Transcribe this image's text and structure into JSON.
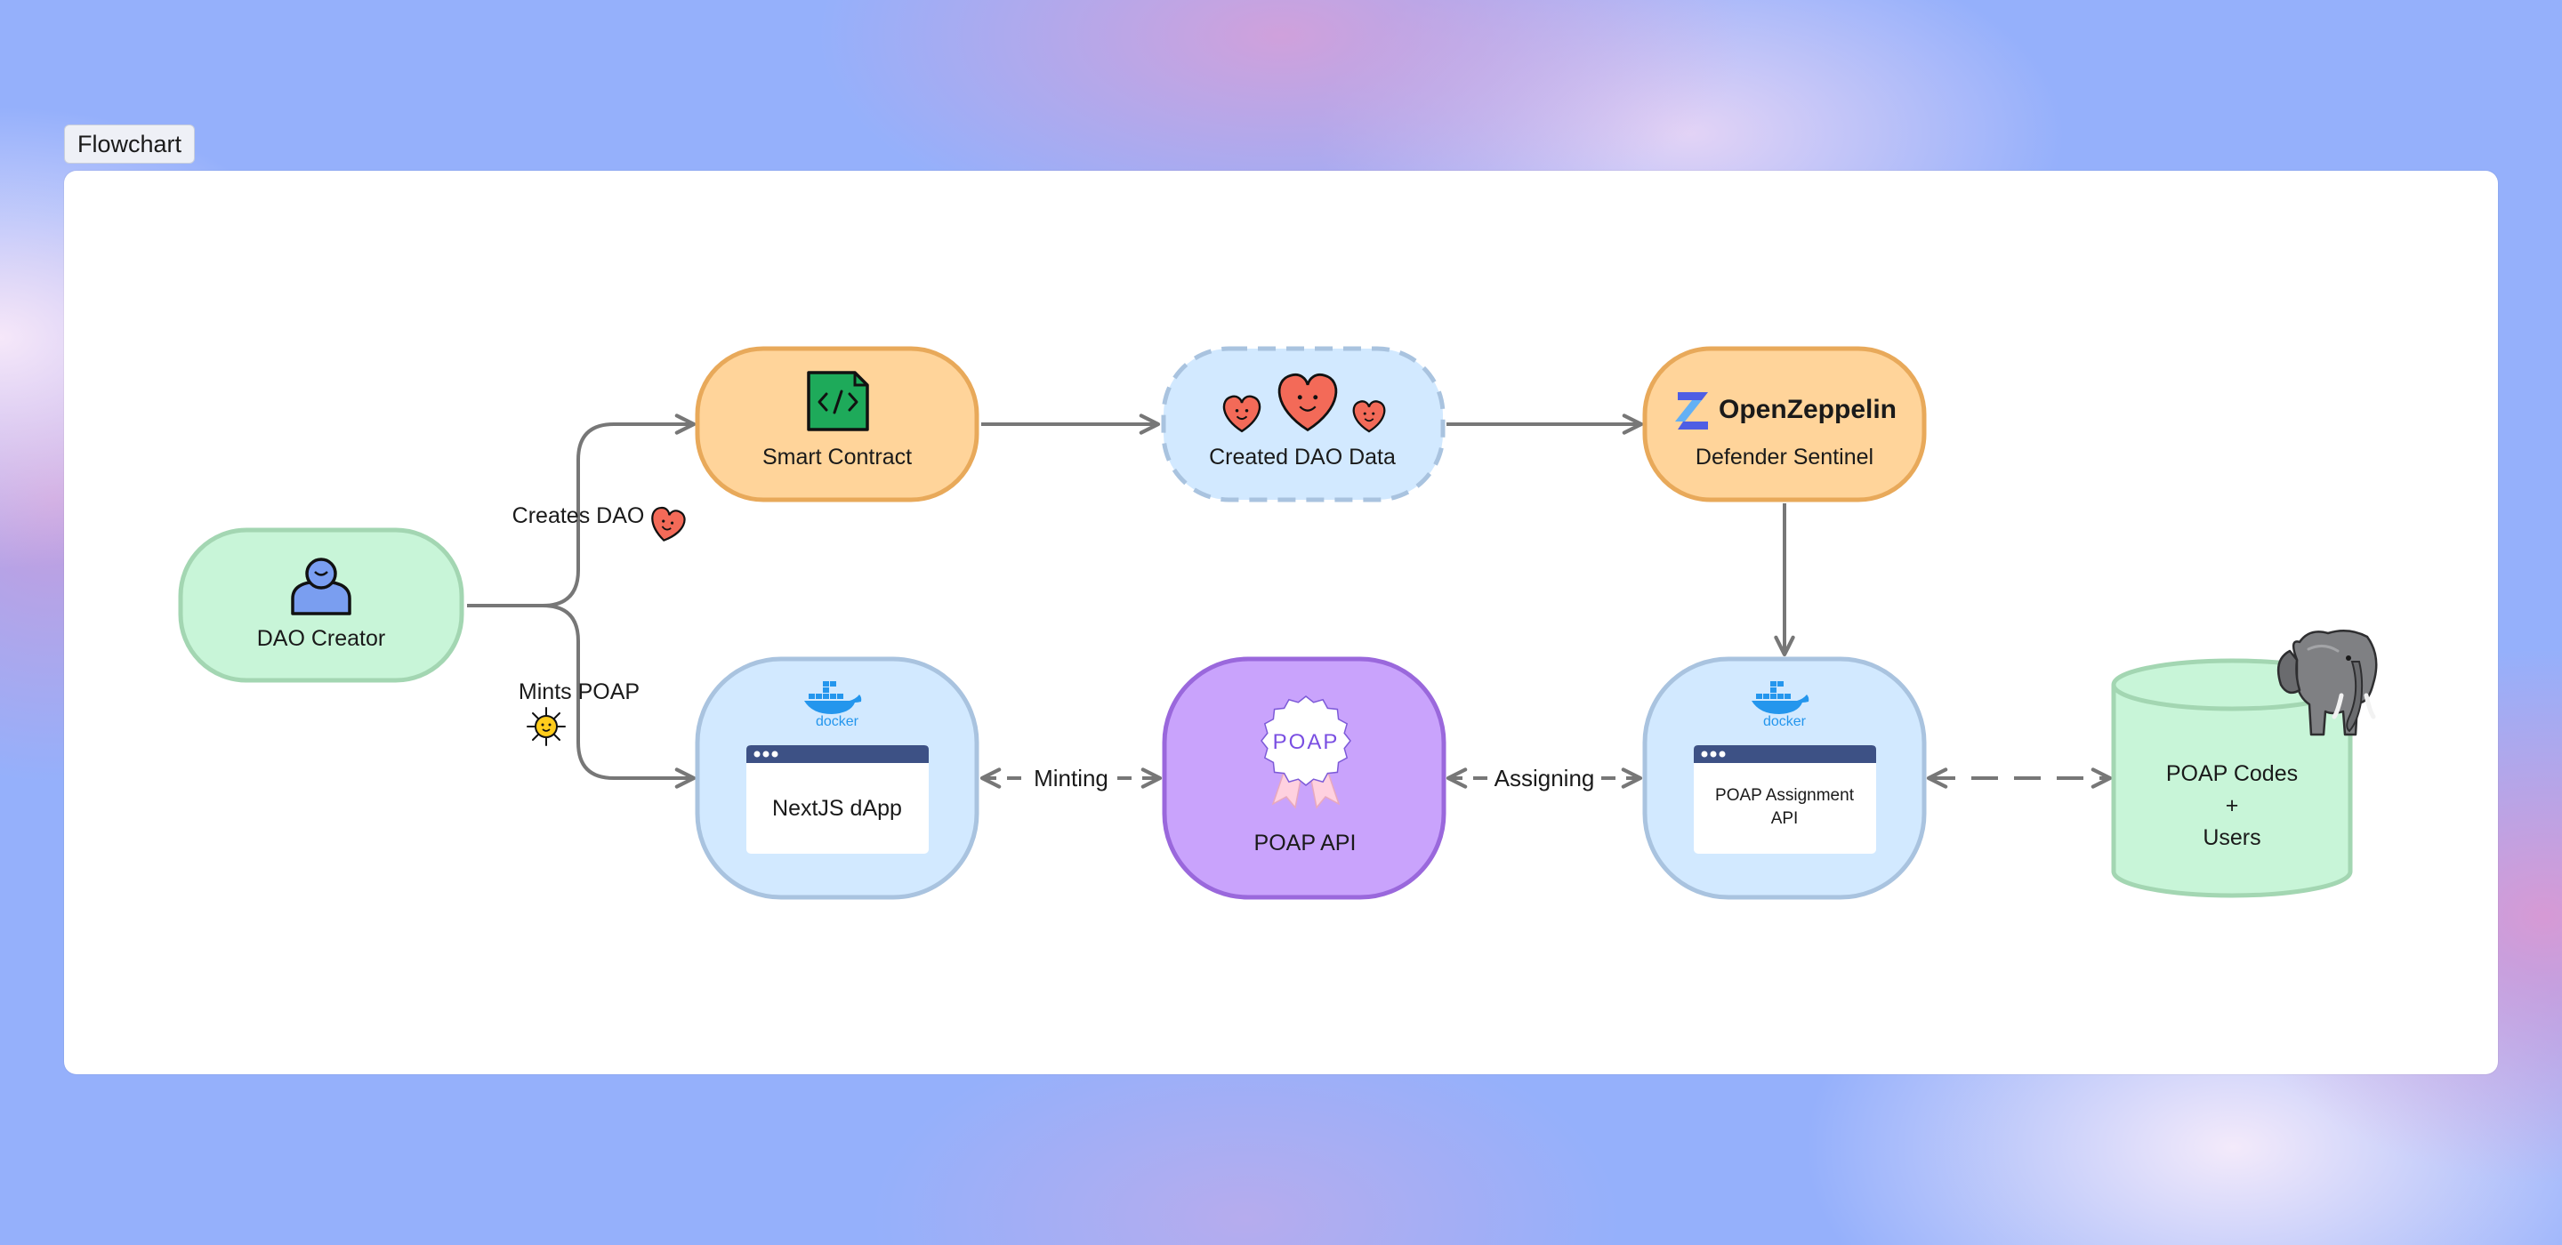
{
  "frame": {
    "title": "Flowchart"
  },
  "nodes": {
    "dao_creator": {
      "label": "DAO Creator"
    },
    "smart_contract": {
      "label": "Smart Contract"
    },
    "created_dao_data": {
      "label": "Created DAO Data"
    },
    "openzeppelin": {
      "brand": "OpenZeppelin",
      "label": "Defender Sentinel"
    },
    "nextjs_dapp": {
      "badge": "docker",
      "label": "NextJS dApp"
    },
    "poap_api": {
      "logo_text": "POAP",
      "label": "POAP API"
    },
    "poap_assignment_api": {
      "badge": "docker",
      "label_line1": "POAP Assignment",
      "label_line2": "API"
    },
    "poap_codes": {
      "line1": "POAP Codes",
      "line2": "+",
      "line3": "Users"
    }
  },
  "edges": {
    "creates_dao": "Creates DAO",
    "mints_poap": "Mints POAP",
    "minting": "Minting",
    "assigning": "Assigning"
  },
  "colors": {
    "green_fill": "#c8f5d8",
    "green_stroke": "#a3d6b2",
    "orange_fill": "#ffd49a",
    "orange_stroke": "#e8a95a",
    "blue_fill": "#d2e9ff",
    "blue_stroke": "#a9c3df",
    "purple_fill": "#c9a3fc",
    "purple_stroke": "#9a68dc",
    "arrow": "#777777",
    "docker": "#2496ed",
    "window_bar": "#3d5185"
  }
}
